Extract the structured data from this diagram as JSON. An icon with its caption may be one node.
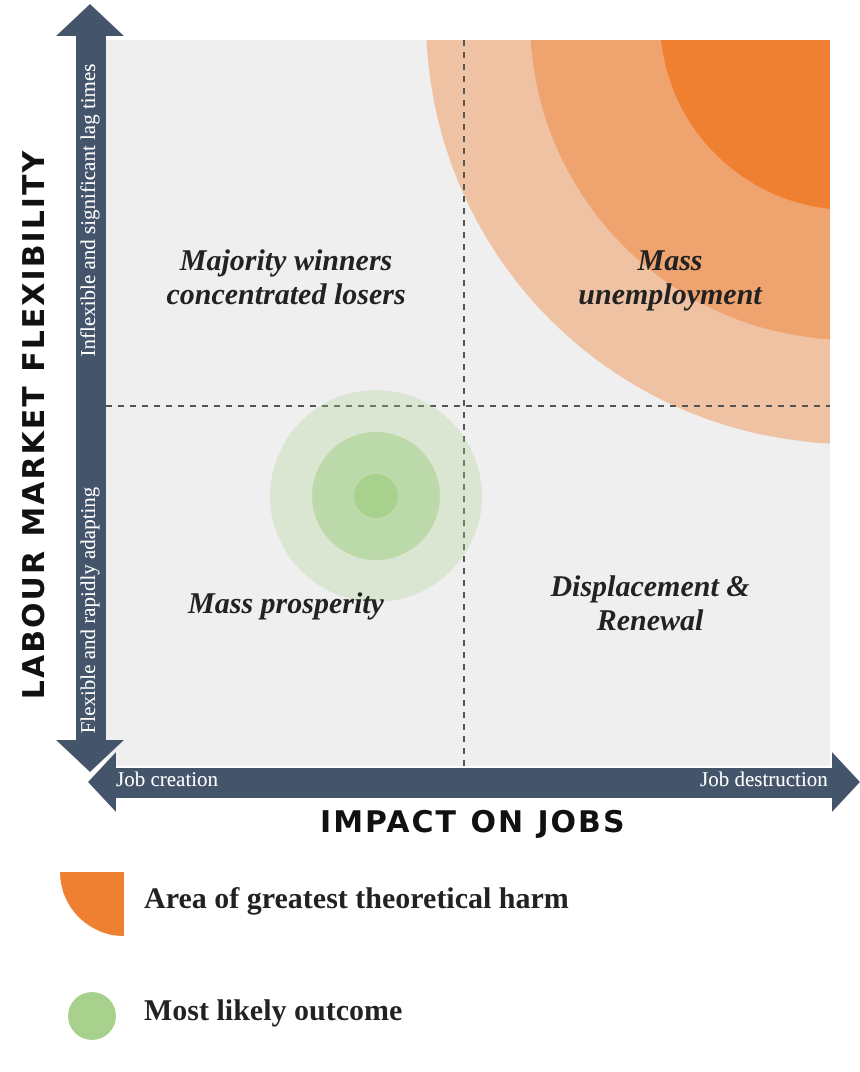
{
  "diagram": {
    "labels": [
      "Majority winners concentrated losers",
      "Mass unemployment",
      "Mass prosperity",
      "Displacement & Renewal",
      "Inflexible and significant lag times",
      "Flexible and rapidly adapting",
      "Job creation",
      "Job destruction",
      "LABOUR MARKET FLEXIBILITY",
      "IMPACT ON JOBS"
    ],
    "legend": [
      {
        "text": "Area of greatest theoretical harm",
        "color": "#ef7f31"
      },
      {
        "text": "Most likely outcome",
        "color": "#a8d18d"
      }
    ]
  }
}
